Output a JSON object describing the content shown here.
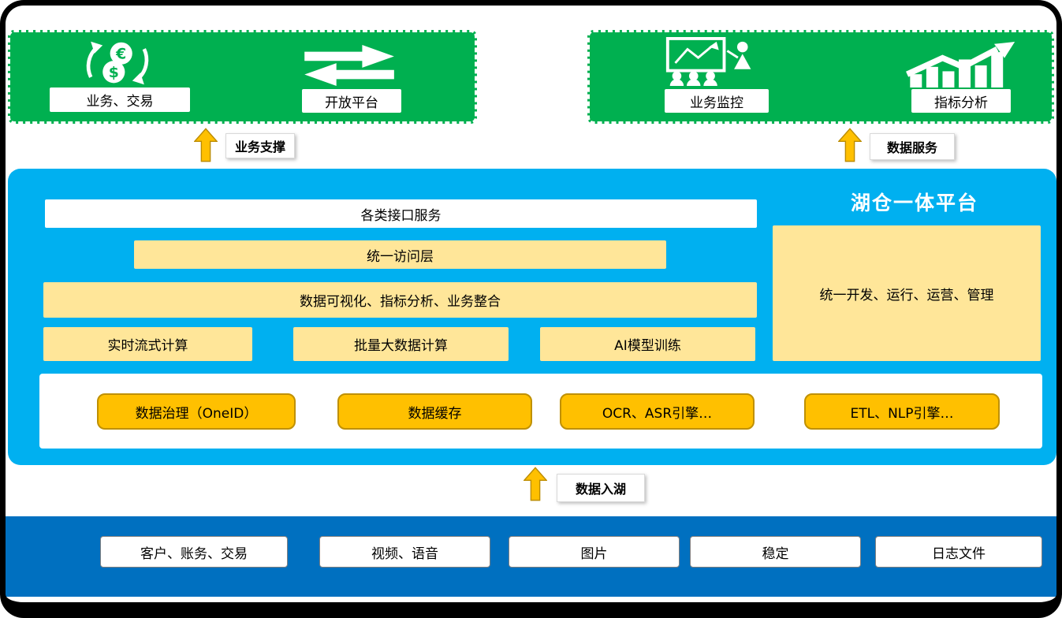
{
  "colors": {
    "green": "#00B050",
    "gold": "#FFC000",
    "gold_border": "#BF9000",
    "light_yellow": "#FFE699",
    "sky_blue": "#00B0F0",
    "dark_blue": "#0070C0"
  },
  "top_left_group": {
    "items": [
      {
        "label": "业务、交易",
        "icon": "currency-exchange-icon"
      },
      {
        "label": "开放平台",
        "icon": "transfer-arrows-icon"
      }
    ]
  },
  "top_right_group": {
    "items": [
      {
        "label": "业务监控",
        "icon": "business-monitoring-icon"
      },
      {
        "label": "指标分析",
        "icon": "growth-chart-icon"
      }
    ]
  },
  "arrows": {
    "business_support": {
      "label": "业务支撑"
    },
    "data_service": {
      "label": "数据服务"
    },
    "data_ingest": {
      "label": "数据入湖"
    }
  },
  "platform": {
    "title": "湖仓一体平台",
    "interface_layer": "各类接口服务",
    "access_layer": "统一访问层",
    "visualization_layer": "数据可视化、指标分析、业务整合",
    "compute_modules": [
      "实时流式计算",
      "批量大数据计算",
      "AI模型训练"
    ],
    "management_panel": "统一开发、运行、运营、管理",
    "engine_modules": [
      "数据治理（OneID）",
      "数据缓存",
      "OCR、ASR引擎…",
      "ETL、NLP引擎…"
    ]
  },
  "data_sources": [
    "客户、账务、交易",
    "视频、语音",
    "图片",
    "稳定",
    "日志文件"
  ]
}
